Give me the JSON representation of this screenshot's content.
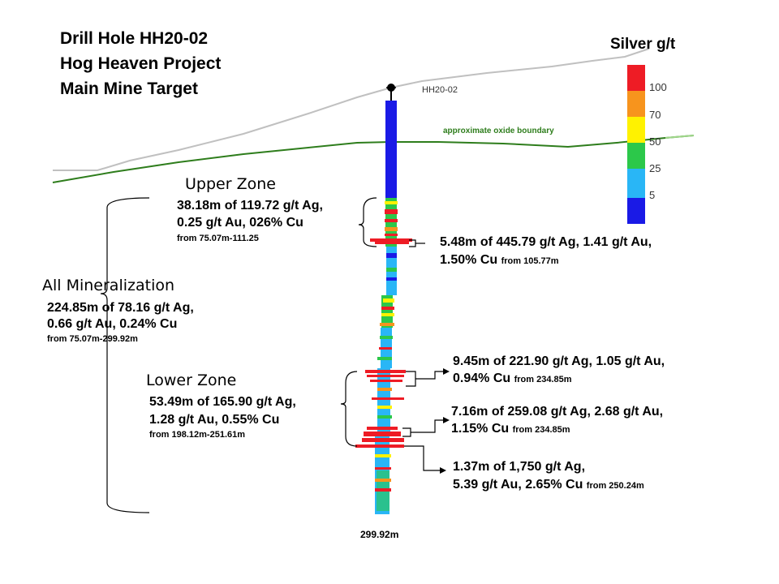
{
  "title": {
    "line1": "Drill Hole HH20-02",
    "line2": "Hog Heaven Project",
    "line3": "Main Mine Target"
  },
  "hole_label": "HH20-02",
  "oxide_label": "approximate oxide boundary",
  "depth_label": "299.92m",
  "legend": {
    "title": "Silver g/t",
    "ticks": [
      "100",
      "70",
      "50",
      "25",
      "5"
    ],
    "colors": {
      "red": "#ee1c25",
      "orange": "#f7941d",
      "yellow": "#fff200",
      "green": "#2cc84a",
      "cyan": "#29b6f6",
      "blue": "#1a1ae6"
    }
  },
  "zones": {
    "upper": {
      "name": "Upper Zone",
      "line1": "38.18m of 119.72 g/t Ag,",
      "line2": "0.25 g/t Au, 026% Cu",
      "from": "from 75.07m-111.25"
    },
    "all": {
      "name": "All Mineralization",
      "line1": "224.85m  of 78.16 g/t Ag,",
      "line2": "0.66 g/t Au, 0.24% Cu",
      "from": "from 75.07m-299.92m"
    },
    "lower": {
      "name": "Lower Zone",
      "line1": "53.49m  of 165.90 g/t  Ag,",
      "line2": "1.28 g/t Au,  0.55% Cu",
      "from": "from 198.12m-251.61m"
    }
  },
  "intercepts": [
    {
      "line1": "5.48m   of   445.79   g/t   Ag,   1.41   g/t   Au,",
      "line2": "1.50% Cu",
      "from": "from 105.77m"
    },
    {
      "line1": "9.45m of 221.90 g/t Ag, 1.05 g/t Au,",
      "line2": "0.94% Cu",
      "from": "from 234.85m"
    },
    {
      "line1": "7.16m of 259.08 g/t Ag, 2.68 g/t Au,",
      "line2": "1.15% Cu",
      "from": "from 234.85m"
    },
    {
      "line1": "1.37m of 1,750 g/t Ag,",
      "line2": "5.39 g/t Au, 2.65% Cu",
      "from": "from 250.24m"
    }
  ]
}
